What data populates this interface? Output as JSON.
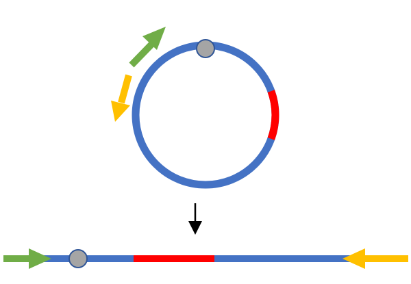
{
  "colors": {
    "background": "#ffffff",
    "backbone": "#4472c4",
    "insert": "#ff0000",
    "forward_primer": "#70ad47",
    "reverse_primer": "#ffc000",
    "origin_marker_fill": "#a5a5a5",
    "origin_marker_stroke": "#2f5597",
    "transition_arrow": "#000000"
  },
  "diagram": {
    "top": {
      "element": "circular-plasmid",
      "segments": [
        "backbone",
        "insert"
      ],
      "marker": "origin-marker",
      "primers": [
        "forward-primer",
        "reverse-primer"
      ]
    },
    "transition": "linearization-arrow",
    "bottom": {
      "element": "linear-construct",
      "segments": [
        "backbone",
        "insert",
        "backbone"
      ],
      "marker": "origin-marker",
      "primers": [
        "forward-primer",
        "reverse-primer"
      ]
    }
  },
  "icons": {
    "forward_primer": "green-arrow-icon",
    "reverse_primer": "yellow-arrow-icon",
    "transition": "down-arrow-icon",
    "marker": "circle-marker-icon"
  }
}
